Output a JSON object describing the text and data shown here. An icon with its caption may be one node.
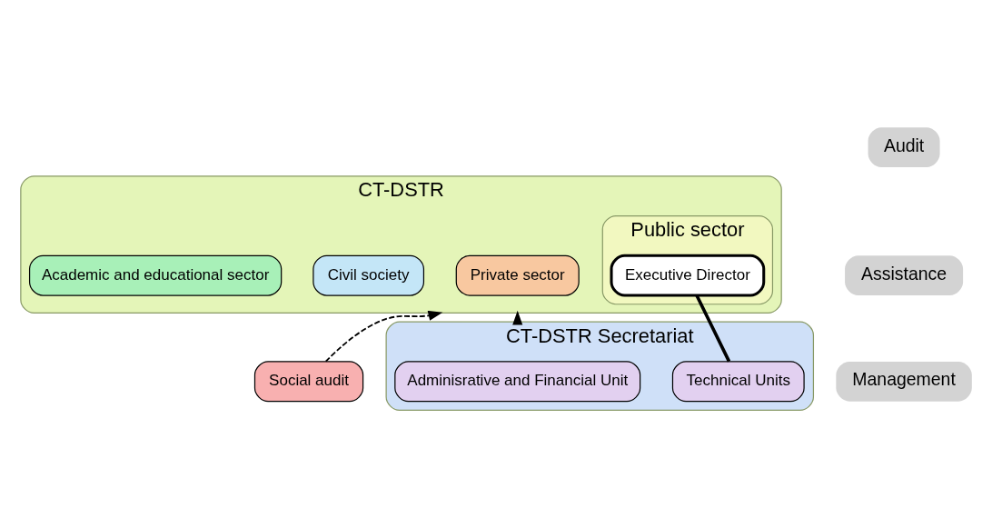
{
  "diagram": {
    "nodes": [
      {
        "text": [
          "CT-DSTR"
        ]
      },
      {
        "text": [
          "Private sector"
        ],
        "in": 0
      },
      {
        "text": [
          "Civil society"
        ],
        "in": 0
      },
      {
        "text": [
          "Academic and educational sector"
        ],
        "in": 0
      },
      {
        "text": [
          "Public sector"
        ],
        "in": 0
      },
      {
        "text": [
          "Executive Director"
        ],
        "in": 4
      },
      {
        "text": [
          "Social audit"
        ]
      },
      {
        "text": [
          "CT-DSTR Secretariat"
        ]
      },
      {
        "text": [
          "Adminisrative and Financial Unit"
        ],
        "in": 7
      },
      {
        "text": [
          "Technical Units"
        ],
        "in": 7
      }
    ],
    "edges": [
      {
        "from": 6,
        "to": 0,
        "arrow": "to",
        "style": "dashed"
      },
      {
        "from": 7,
        "to": 0,
        "arrow": "to"
      },
      {
        "from": 9,
        "to": 5,
        "arrow": "none",
        "style": "thick"
      }
    ],
    "legend": [
      {
        "text": "Audit"
      },
      {
        "text": "Assistance"
      },
      {
        "text": "Management"
      }
    ]
  }
}
